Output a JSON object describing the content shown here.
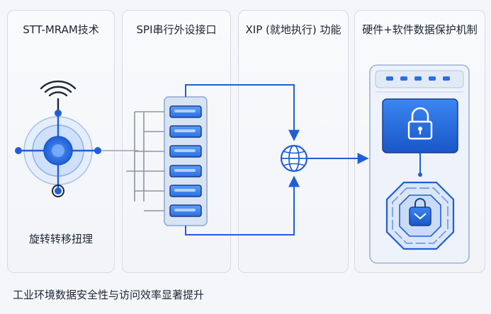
{
  "panels": [
    {
      "title": "STT-MRAM技术",
      "caption": "旋转转移扭理"
    },
    {
      "title": "SPI串行外设接口"
    },
    {
      "title": "XIP (就地执行) 功能"
    },
    {
      "title": "硬件+软件数据保护机制"
    }
  ],
  "footer": "工业环境数据安全性与访问效率显著提升",
  "icons": [
    "wireless-signal-icon",
    "connector-icon",
    "globe-icon",
    "lock-icon",
    "shield-bag-icon"
  ],
  "colors": {
    "accent": "#2b6fe0",
    "line": "#1f5fd6",
    "panel_border": "#d6dbe3",
    "text": "#1e2632"
  }
}
